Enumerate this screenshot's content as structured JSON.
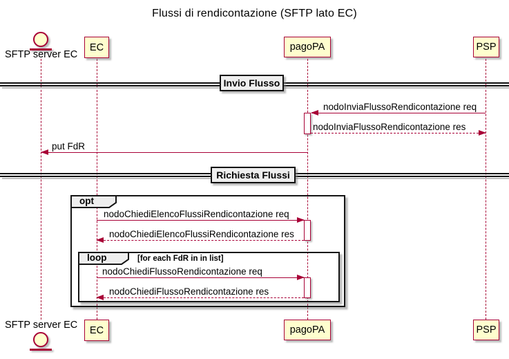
{
  "title": "Flussi di rendicontazione (SFTP lato EC)",
  "colors": {
    "accent": "#A80036",
    "participant_fill": "#FEFECE",
    "fragment_label_fill": "#EEEEEE",
    "frame_border": "#151515",
    "background": "#FFFFFF"
  },
  "participants": {
    "sftp": "SFTP server EC",
    "ec": "EC",
    "pagopa": "pagoPA",
    "psp": "PSP"
  },
  "dividers": {
    "invio": "Invio Flusso",
    "richiesta": "Richiesta Flussi"
  },
  "fragments": {
    "opt_label": "opt",
    "loop_label": "loop",
    "loop_condition": "[for each FdR in in list]"
  },
  "messages": {
    "invia_req": "nodoInviaFlussoRendicontazione req",
    "invia_res": "nodoInviaFlussoRendicontazione res",
    "put_fdr": "put FdR",
    "elenco_req": "nodoChiediElencoFlussiRendicontazione req",
    "elenco_res": "nodoChiediElencoFlussiRendicontazione res",
    "flusso_req": "nodoChiediFlussoRendicontazione req",
    "flusso_res": "nodoChiediFlussoRendicontazione res"
  }
}
